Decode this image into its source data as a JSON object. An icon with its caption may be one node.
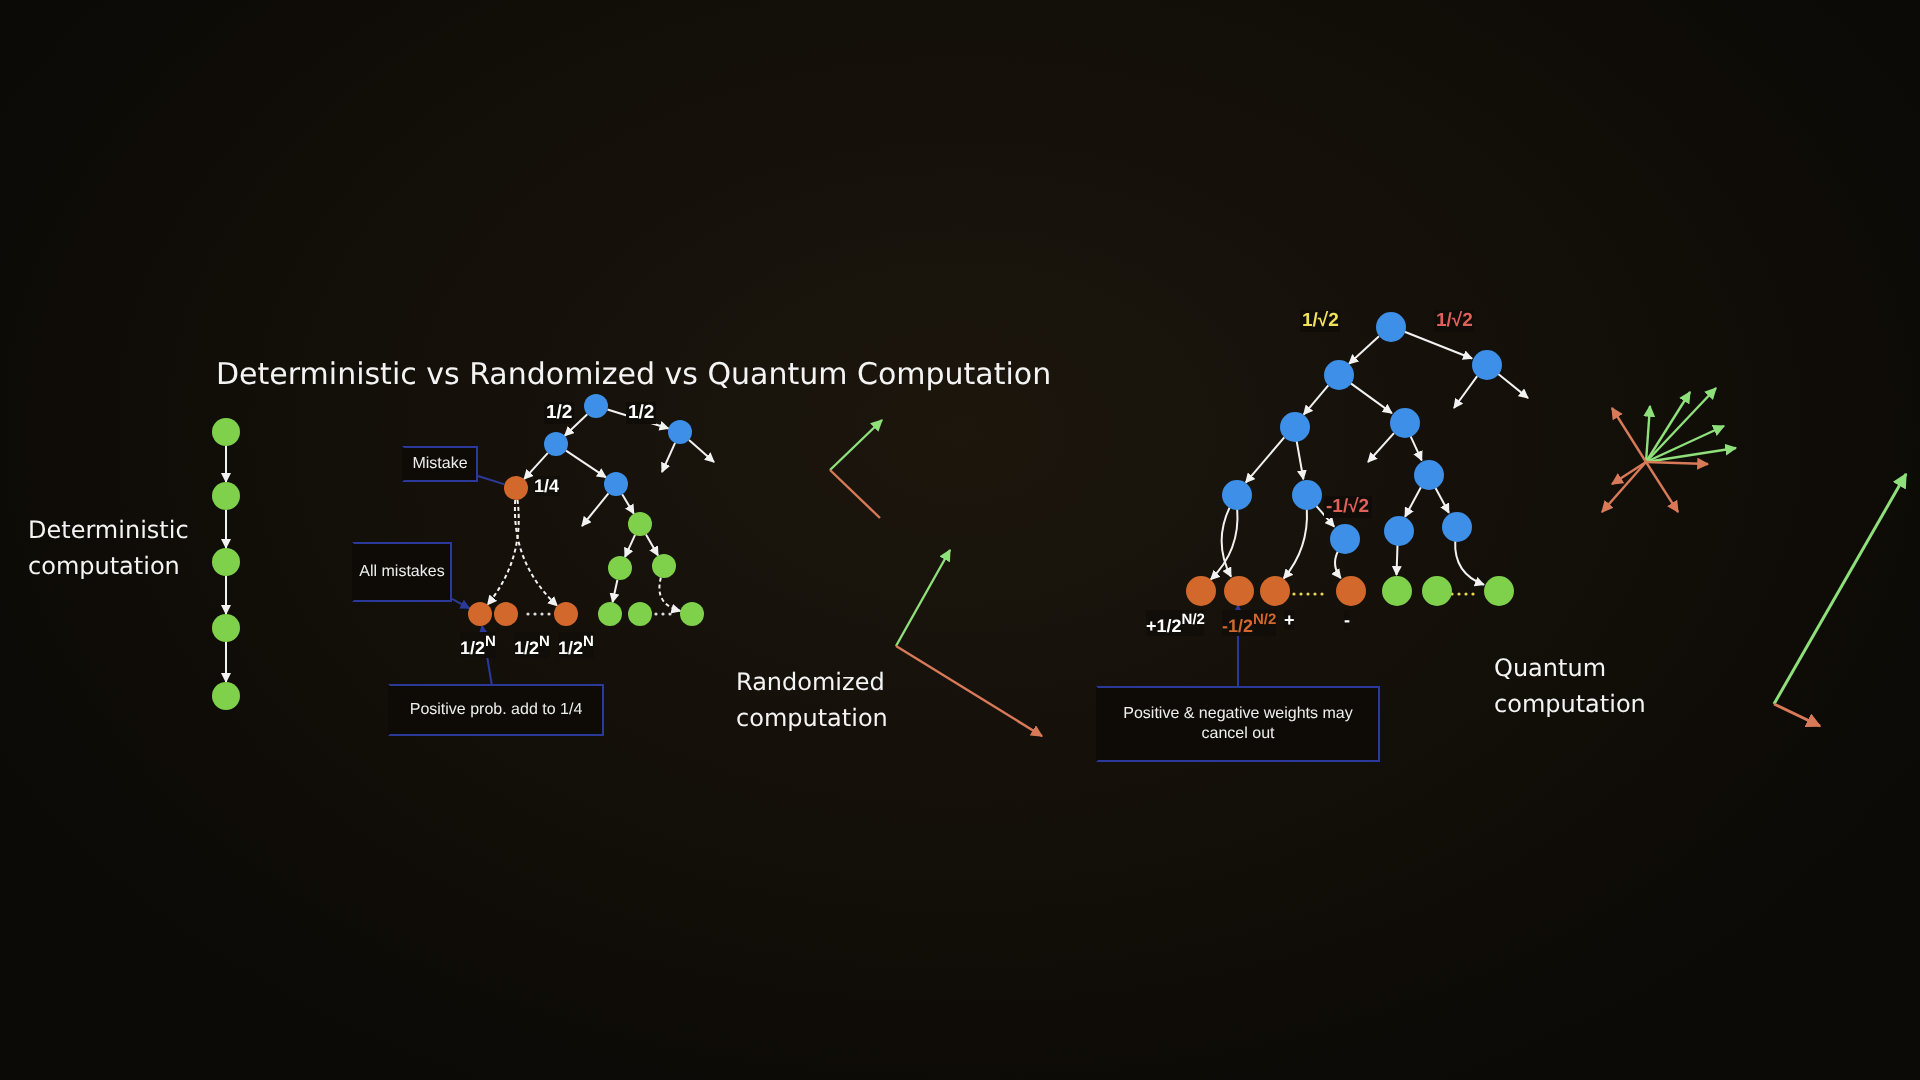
{
  "diagram": {
    "title": "Deterministic vs Randomized vs Quantum Computation",
    "nodes": [
      {
        "text": [],
        "shape": "circle"
      },
      {
        "text": [],
        "shape": "circle"
      },
      {
        "text": [],
        "shape": "circle"
      },
      {
        "text": [],
        "shape": "circle"
      },
      {
        "text": [],
        "shape": "circle"
      },
      {
        "text": [],
        "shape": "circle"
      },
      {
        "text": [],
        "shape": "circle"
      },
      {
        "text": [],
        "shape": "circle"
      },
      {
        "text": [],
        "shape": "circle",
        "beside": [
          "1/4"
        ]
      },
      {
        "text": [],
        "shape": "circle"
      },
      {
        "text": [],
        "shape": "circle"
      },
      {
        "text": [],
        "shape": "circle"
      },
      {
        "text": [],
        "shape": "circle"
      },
      {
        "text": [],
        "shape": "circle",
        "beside": [
          "1/2$^{N}$"
        ]
      },
      {
        "text": [],
        "shape": "circle",
        "beside": [
          "1/2$^{N}$"
        ]
      },
      {
        "text": [],
        "shape": "circle",
        "beside": [
          "1/2$^{N}$"
        ]
      },
      {
        "text": [],
        "shape": "circle"
      },
      {
        "text": [],
        "shape": "circle"
      },
      {
        "text": [],
        "shape": "circle"
      },
      {
        "text": [
          "Mistake"
        ]
      },
      {
        "text": [
          "All mistakes"
        ]
      },
      {
        "text": [
          "Positive prob. add to 1/4"
        ]
      },
      {
        "text": [],
        "shape": "circle"
      },
      {
        "text": [],
        "shape": "circle"
      },
      {
        "text": [],
        "shape": "circle"
      },
      {
        "text": [],
        "shape": "circle"
      },
      {
        "text": [],
        "shape": "circle"
      },
      {
        "text": [],
        "shape": "circle"
      },
      {
        "text": [],
        "shape": "circle"
      },
      {
        "text": [],
        "shape": "circle"
      },
      {
        "text": [],
        "shape": "circle"
      },
      {
        "text": [],
        "shape": "circle"
      },
      {
        "text": [],
        "shape": "circle"
      },
      {
        "text": [],
        "shape": "circle",
        "beside": [
          "+1/2$^{N/2}$"
        ]
      },
      {
        "text": [],
        "shape": "circle",
        "beside": [
          "-1/2$^{N/2}$"
        ]
      },
      {
        "text": [],
        "shape": "circle",
        "beside": [
          "+"
        ]
      },
      {
        "text": [],
        "shape": "circle",
        "beside": [
          "-"
        ]
      },
      {
        "text": [],
        "shape": "circle"
      },
      {
        "text": [],
        "shape": "circle"
      },
      {
        "text": [],
        "shape": "circle"
      },
      {
        "text": [
          "Positive & negative weights may cancel out"
        ]
      }
    ],
    "edges": [
      {
        "from": 0,
        "to": 1,
        "arrow": "to"
      },
      {
        "from": 1,
        "to": 2,
        "arrow": "to"
      },
      {
        "from": 2,
        "to": 3,
        "arrow": "to"
      },
      {
        "from": 3,
        "to": 4,
        "arrow": "to"
      },
      {
        "from": 5,
        "to": 6,
        "arrow": "to",
        "label": "1/2"
      },
      {
        "from": 5,
        "to": 7,
        "arrow": "to",
        "label": "1/2"
      },
      {
        "from": 7,
        "to": null,
        "arrow": "to"
      },
      {
        "from": 7,
        "to": null,
        "arrow": "to"
      },
      {
        "from": 6,
        "to": 8,
        "arrow": "to"
      },
      {
        "from": 6,
        "to": 9,
        "arrow": "to"
      },
      {
        "from": 9,
        "to": null,
        "arrow": "to"
      },
      {
        "from": 9,
        "to": 10,
        "arrow": "to"
      },
      {
        "from": 10,
        "to": 11,
        "arrow": "to"
      },
      {
        "from": 10,
        "to": 12,
        "arrow": "to"
      },
      {
        "from": 8,
        "to": 13,
        "arrow": "to",
        "style": "dashed"
      },
      {
        "from": 8,
        "to": 15,
        "arrow": "to",
        "style": "dashed"
      },
      {
        "from": 11,
        "to": 16,
        "arrow": "to"
      },
      {
        "from": 12,
        "to": 18,
        "arrow": "to",
        "style": "dashed"
      },
      {
        "from": 19,
        "to": 8,
        "arrow": "none",
        "color": "#2b3a9a"
      },
      {
        "from": 20,
        "to": 13,
        "arrow": "to",
        "color": "#2b3a9a"
      },
      {
        "from": 21,
        "to": 13,
        "arrow": "to",
        "color": "#2b3a9a"
      },
      {
        "from": 22,
        "to": 23,
        "arrow": "to",
        "label": "1/√2"
      },
      {
        "from": 22,
        "to": 24,
        "arrow": "to",
        "label": "1/√2"
      },
      {
        "from": 24,
        "to": null,
        "arrow": "to"
      },
      {
        "from": 24,
        "to": null,
        "arrow": "to"
      },
      {
        "from": 23,
        "to": 25,
        "arrow": "to"
      },
      {
        "from": 23,
        "to": 26,
        "arrow": "to"
      },
      {
        "from": 26,
        "to": null,
        "arrow": "to"
      },
      {
        "from": 26,
        "to": 29,
        "arrow": "to"
      },
      {
        "from": 29,
        "to": 31,
        "arrow": "to"
      },
      {
        "from": 29,
        "to": 32,
        "arrow": "to"
      },
      {
        "from": 25,
        "to": 27,
        "arrow": "to"
      },
      {
        "from": 25,
        "to": 28,
        "arrow": "to"
      },
      {
        "from": 28,
        "to": 30,
        "arrow": "to",
        "label": "-1/√2"
      },
      {
        "from": 27,
        "to": 33,
        "arrow": "to"
      },
      {
        "from": 27,
        "to": 34,
        "arrow": "to"
      },
      {
        "from": 28,
        "to": 35,
        "arrow": "to"
      },
      {
        "from": 30,
        "to": 36,
        "arrow": "to"
      },
      {
        "from": 31,
        "to": 37,
        "arrow": "to"
      },
      {
        "from": 32,
        "to": 39,
        "arrow": "to"
      },
      {
        "from": 40,
        "to": 34,
        "arrow": "to",
        "color": "#2b3a9a"
      }
    ],
    "labels": [
      "Deterministic computation",
      "Randomized computation",
      "Quantum computation"
    ]
  }
}
